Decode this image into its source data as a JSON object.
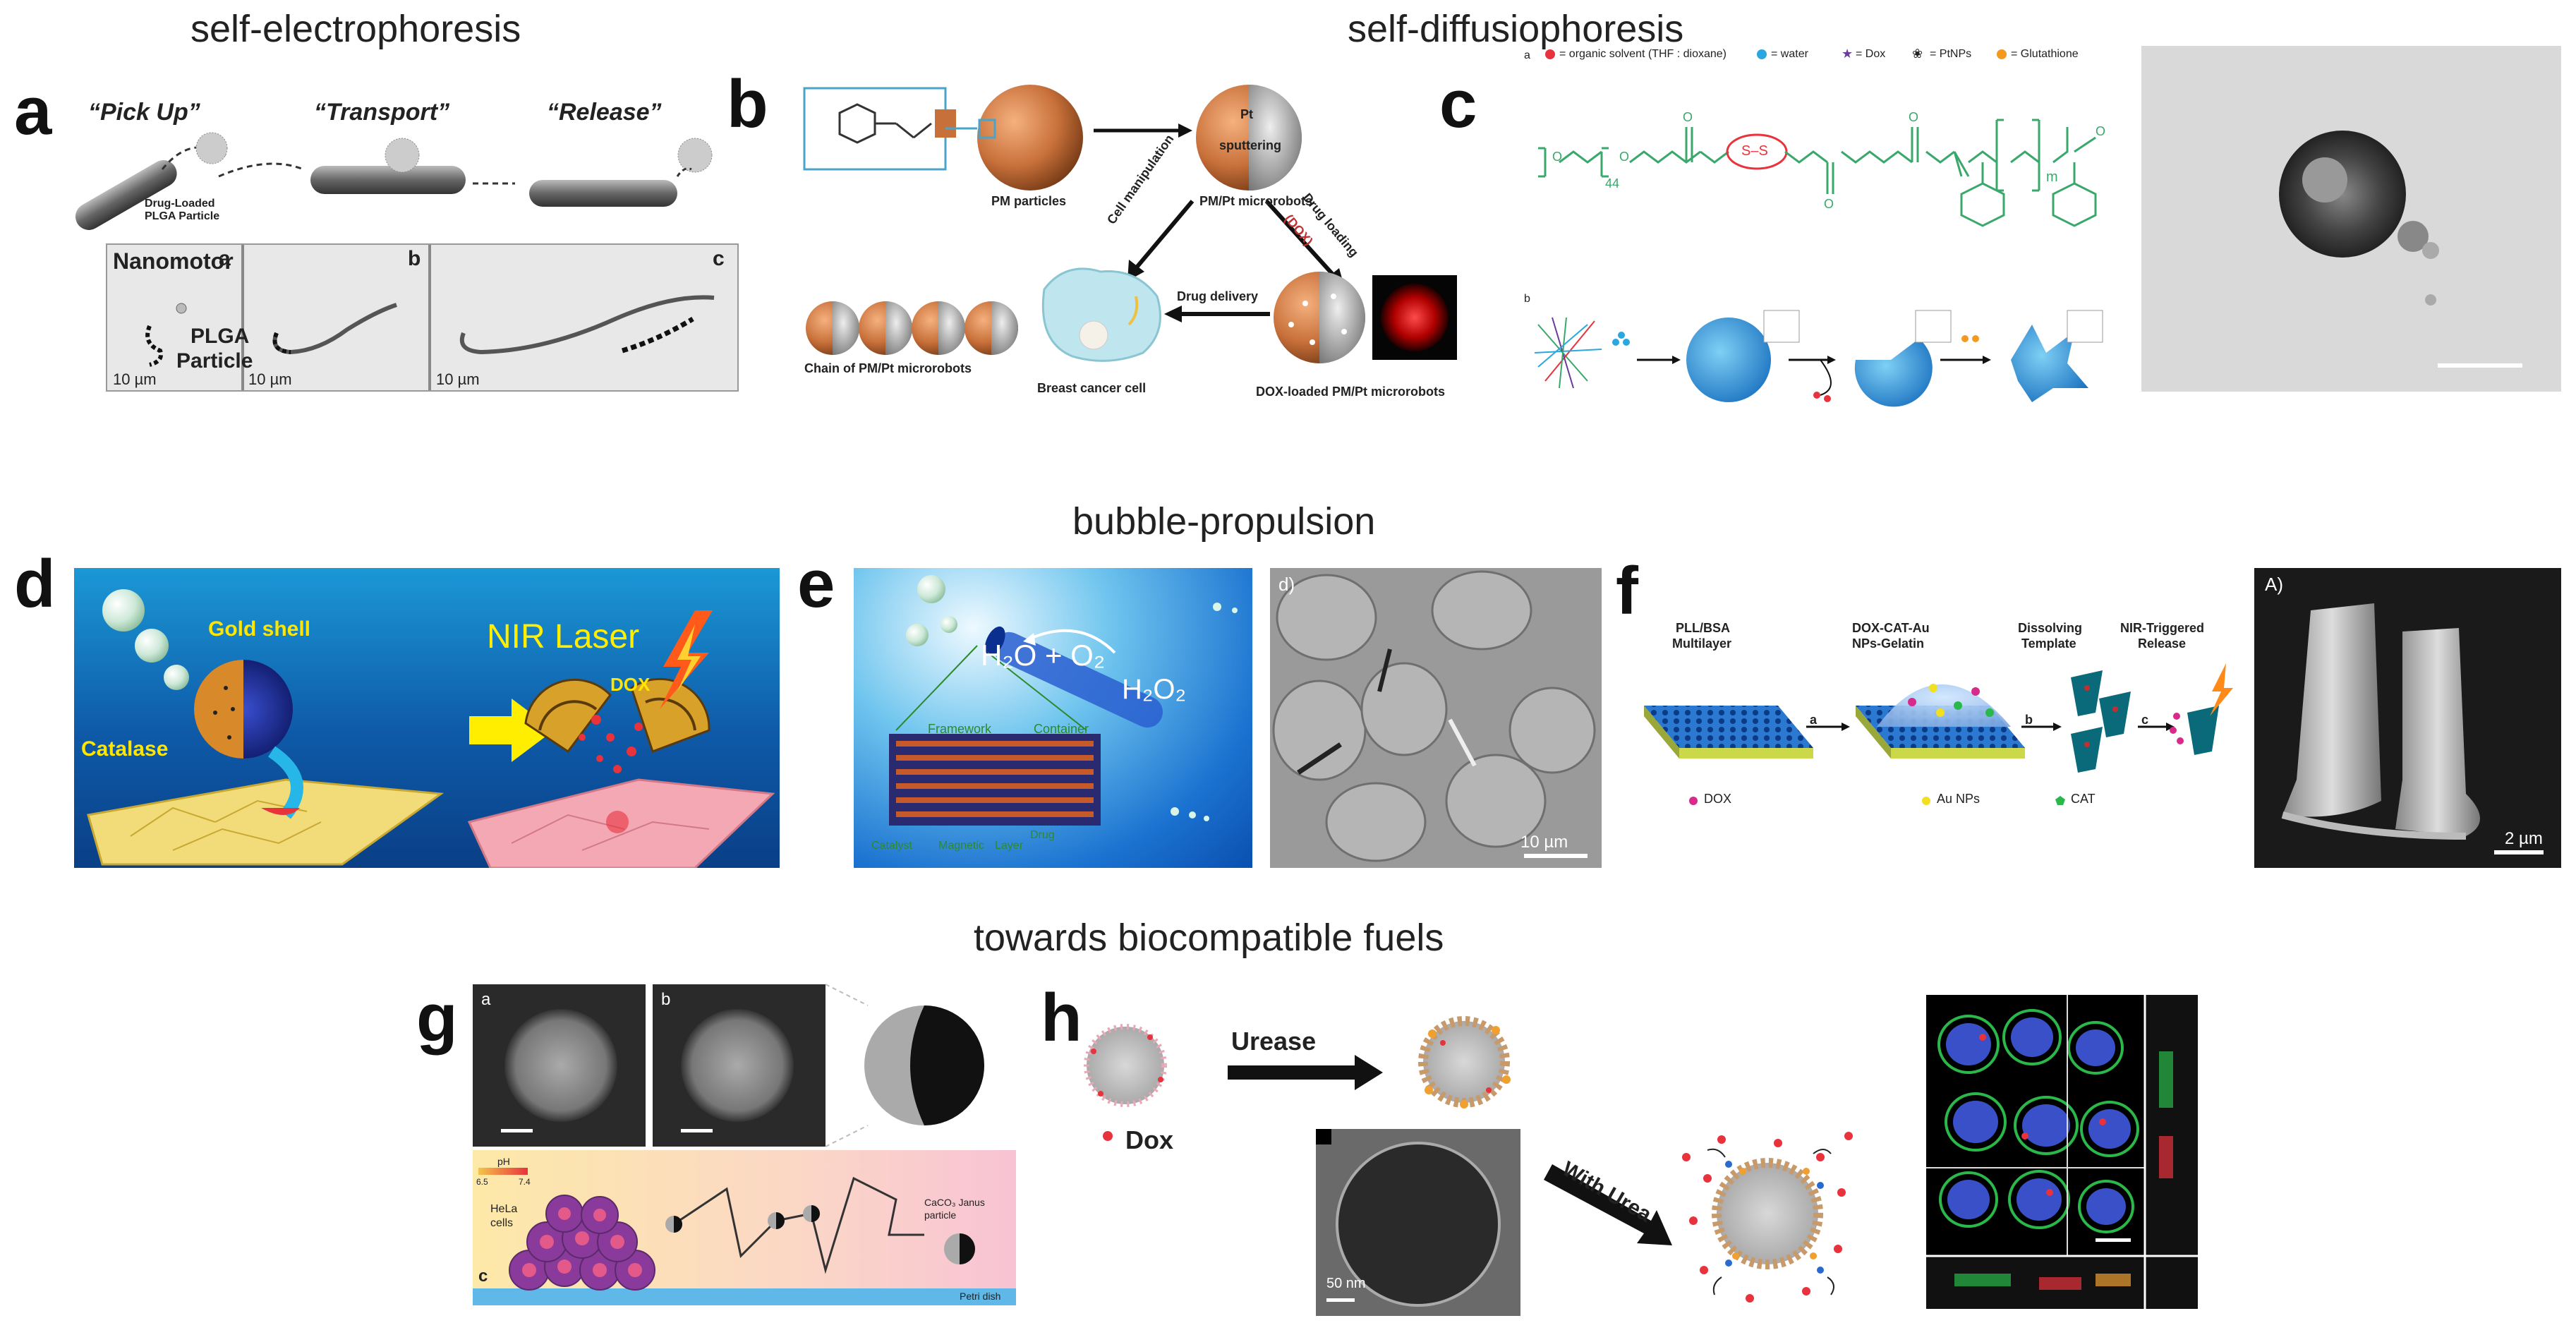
{
  "sections": {
    "self_electrophoresis": "self-electrophoresis",
    "self_diffusiophoresis": "self-diffusiophoresis",
    "bubble_propulsion": "bubble-propulsion",
    "biocompatible_fuels": "towards biocompatible fuels"
  },
  "panel_a": {
    "letter": "a",
    "pick_up": "“Pick Up”",
    "transport": "“Transport”",
    "release": "“Release”",
    "drug_loaded": "Drug-Loaded",
    "plga_particle_small": "PLGA Particle",
    "nanomotor": "Nanomotor",
    "plga": "PLGA",
    "particle": "Particle",
    "sub_a": "a",
    "sub_b": "b",
    "sub_c": "c",
    "scale1": "10 µm",
    "scale2": "10 µm",
    "scale3": "10 µm"
  },
  "panel_b": {
    "letter": "b",
    "pt_sputtering_1": "Pt",
    "pt_sputtering_2": "sputtering",
    "pm_particles": "PM particles",
    "pm_pt_microrobots": "PM/Pt microrobots",
    "cell_manipulation": "Cell manipulation",
    "drug_loading": "Drug loading",
    "dox": "(DOX)",
    "drug_delivery": "Drug delivery",
    "chain": "Chain of PM/Pt microrobots",
    "breast_cancer": "Breast cancer cell",
    "dox_loaded": "DOX-loaded PM/Pt microrobots"
  },
  "panel_c": {
    "letter": "c",
    "sub_a": "a",
    "sub_b": "b",
    "legend_organic": "= organic solvent (THF : dioxane)",
    "legend_water": "= water",
    "legend_dox": "= Dox",
    "legend_ptnps": "= PtNPs",
    "legend_glutathione": "= Glutathione",
    "n44": "44",
    "ss": "S–S",
    "m": "m"
  },
  "panel_d": {
    "letter": "d",
    "gold_shell": "Gold shell",
    "catalase": "Catalase",
    "nir_laser": "NIR Laser",
    "dox": "DOX"
  },
  "panel_e": {
    "letter": "e",
    "h2o_o2": "H₂O + O₂",
    "h2o2": "H₂O₂",
    "framework": "Framework",
    "container": "Container",
    "catalyst": "Catalyst",
    "magnetic": "Magnetic",
    "layer": "Layer",
    "drug": "Drug",
    "sub_d": "d)",
    "scale": "10 µm"
  },
  "panel_f": {
    "letter": "f",
    "pll_1": "PLL/BSA",
    "pll_2": "Multilayer",
    "doxcat_1": "DOX-CAT-Au",
    "doxcat_2": "NPs-Gelatin",
    "dissolving_1": "Dissolving",
    "dissolving_2": "Template",
    "nir_1": "NIR-Triggered",
    "nir_2": "Release",
    "arrow_a": "a",
    "arrow_b": "b",
    "arrow_c": "c",
    "legend_dox": "DOX",
    "legend_au": "Au NPs",
    "legend_cat": "CAT",
    "sub_A": "A)",
    "scale": "2 µm"
  },
  "panel_g": {
    "letter": "g",
    "sub_a": "a",
    "sub_b": "b",
    "sub_c": "c",
    "ph": "pH",
    "ph_low": "6.5",
    "ph_high": "7.4",
    "hela_1": "HeLa",
    "hela_2": "cells",
    "caco3_1": "CaCO₃ Janus particle",
    "petri": "Petri dish"
  },
  "panel_h": {
    "letter": "h",
    "urease": "Urease",
    "dox": "Dox",
    "with_urea": "With Urea",
    "scale": "50 nm"
  },
  "colors": {
    "copper": "#c8703a",
    "deep_blue": "#1f4fa8",
    "sea_blue": "#1790d0",
    "yellow_label": "#ffe600",
    "green_polymer": "#3aa86b"
  }
}
